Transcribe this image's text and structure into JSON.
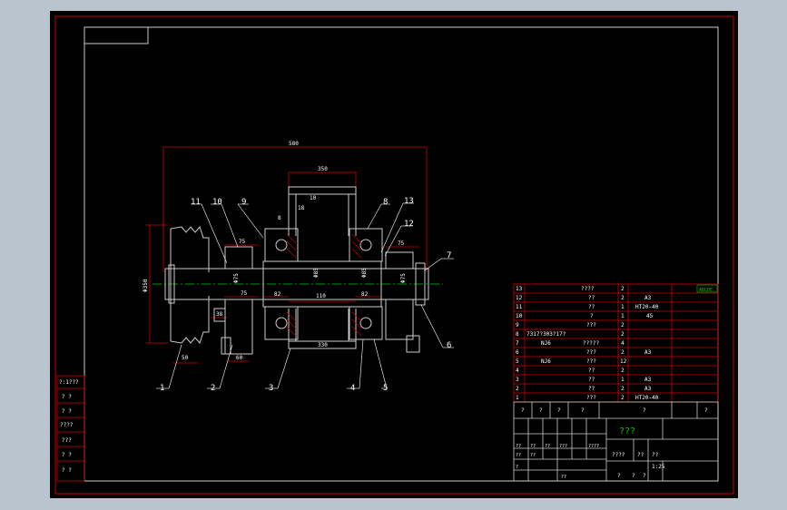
{
  "viewer": {
    "background_color": "#bac4cf",
    "canvas_color": "#000000",
    "border_color": "#cc0000"
  },
  "drawing": {
    "dimensions": {
      "overall_length": "580",
      "drum_width": "350",
      "drum_inner_bottom": "330",
      "center_span": "110",
      "seat_left": "82",
      "seat_right": "82",
      "hub_left": "75",
      "hub_left_lower": "75",
      "hub_right": "75",
      "wall": "10",
      "pulley_dia": "Φ350",
      "pulley_width": "50",
      "boss_left": "38",
      "boss_bottom": "60",
      "shaft_left": "Φ75",
      "shaft_center": "Φ85",
      "shaft_bearing_right": "Φ85",
      "shaft_right": "Φ75",
      "small_a": "18",
      "small_b": "8"
    },
    "balloons": [
      "1",
      "2",
      "3",
      "4",
      "5",
      "6",
      "7",
      "8",
      "9",
      "10",
      "11",
      "12",
      "13"
    ]
  },
  "bom": {
    "rows": [
      {
        "no": "13",
        "name": "????",
        "qty": "2",
        "mat": ""
      },
      {
        "no": "12",
        "name": "??",
        "qty": "2",
        "mat": "A3"
      },
      {
        "no": "11",
        "name": "??",
        "qty": "1",
        "mat": "HT20-40"
      },
      {
        "no": "10",
        "name": "?",
        "qty": "1",
        "mat": "45"
      },
      {
        "no": "9",
        "name": "???",
        "qty": "2",
        "mat": ""
      },
      {
        "no": "8",
        "name": "7317?303?17?",
        "qty": "2",
        "mat": ""
      },
      {
        "no": "7",
        "name": "NJ6",
        "qty": "4",
        "mat": "",
        "name2": "?????"
      },
      {
        "no": "6",
        "name": "???",
        "qty": "2",
        "mat": "A3"
      },
      {
        "no": "5",
        "name": "NJ6",
        "qty": "12",
        "mat": "",
        "name2": "???"
      },
      {
        "no": "4",
        "name": "??",
        "qty": "2",
        "mat": ""
      },
      {
        "no": "3",
        "name": "??",
        "qty": "1",
        "mat": "A3"
      },
      {
        "no": "2",
        "name": "??",
        "qty": "2",
        "mat": "A3"
      },
      {
        "no": "1",
        "name": "???",
        "qty": "2",
        "mat": "HT20-40"
      }
    ],
    "header_tag": "ABCDE"
  },
  "title_block": {
    "title": "???",
    "header_cells": [
      "?",
      "?",
      "?",
      "?",
      "?",
      "?"
    ],
    "q_cells": [
      "??",
      "??",
      "??",
      "???",
      "????",
      "??",
      "??",
      "?",
      "??"
    ],
    "scale_label": "????",
    "scale": "??",
    "sheet": "??",
    "footer": [
      "?",
      "?",
      "?",
      "1:25"
    ]
  },
  "left_strip": [
    "?:1???",
    "?  ?",
    "?  ?",
    "????",
    "???",
    "?  ?",
    "?  ?"
  ]
}
